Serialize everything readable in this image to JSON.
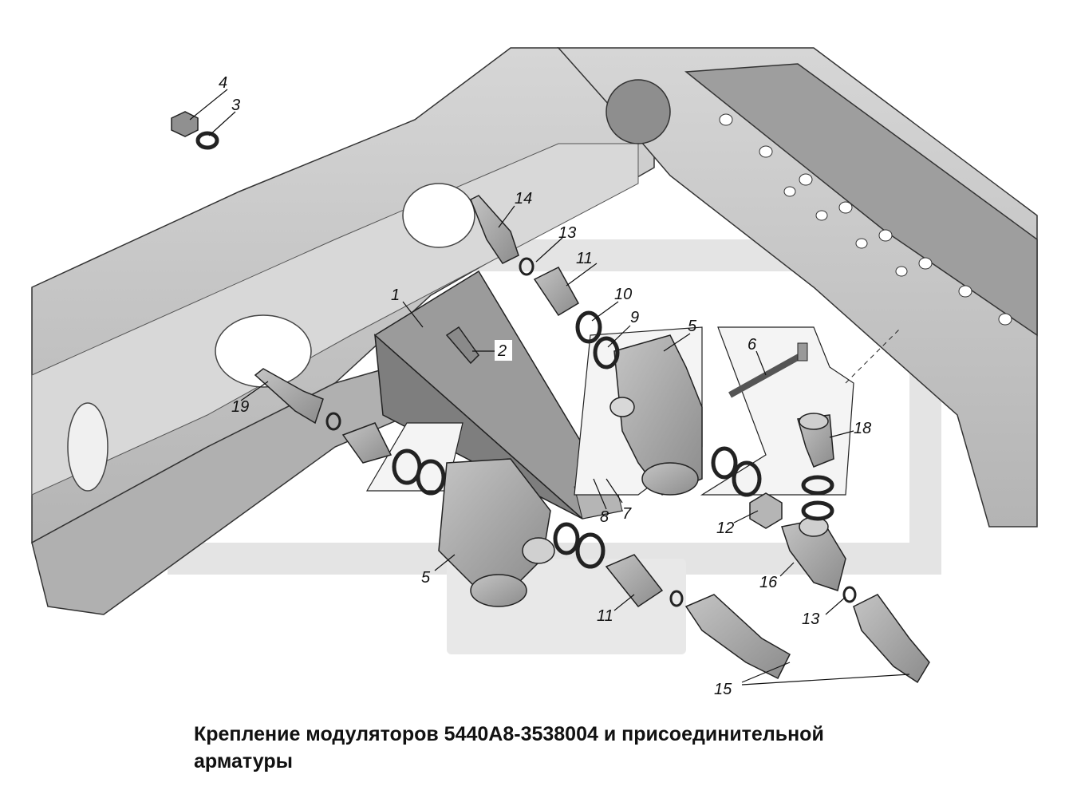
{
  "caption": {
    "line1": "Крепление модуляторов 5440А8-3538004 и присоединительной",
    "line2": "арматуры"
  },
  "callouts": {
    "c1": "1",
    "c2": "2",
    "c3": "3",
    "c4": "4",
    "c5a": "5",
    "c5b": "5",
    "c6": "6",
    "c7": "7",
    "c8": "8",
    "c9": "9",
    "c10": "10",
    "c11a": "11",
    "c11b": "11",
    "c12": "12",
    "c13a": "13",
    "c13b": "13",
    "c14": "14",
    "c15": "15",
    "c16": "16",
    "c18": "18",
    "c19": "19"
  },
  "colors": {
    "frame_fill": "#c9c9c9",
    "frame_dark": "#9a9a9a",
    "part_fill": "#a8a8a8",
    "watermark": "#e6e6e6",
    "line": "#111111"
  }
}
